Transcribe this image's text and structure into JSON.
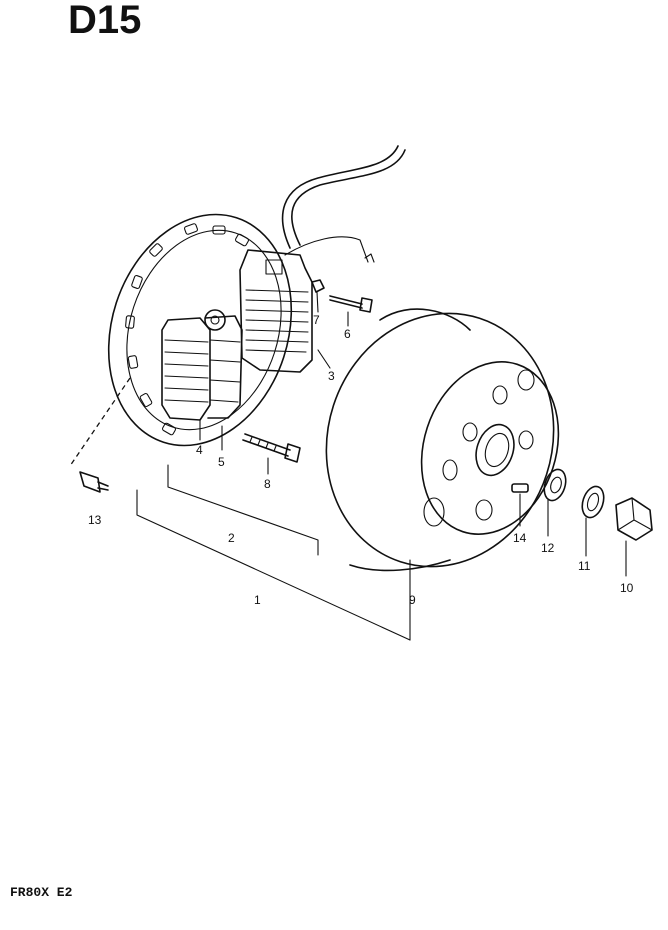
{
  "header": {
    "code": "D15"
  },
  "footer": {
    "model": "FR80X E2"
  },
  "callouts": {
    "c1": "1",
    "c2": "2",
    "c3": "3",
    "c4": "4",
    "c5": "5",
    "c6": "6",
    "c7": "7",
    "c8": "8",
    "c9": "9",
    "c10": "10",
    "c11": "11",
    "c12": "12",
    "c13": "13",
    "c14": "14"
  }
}
